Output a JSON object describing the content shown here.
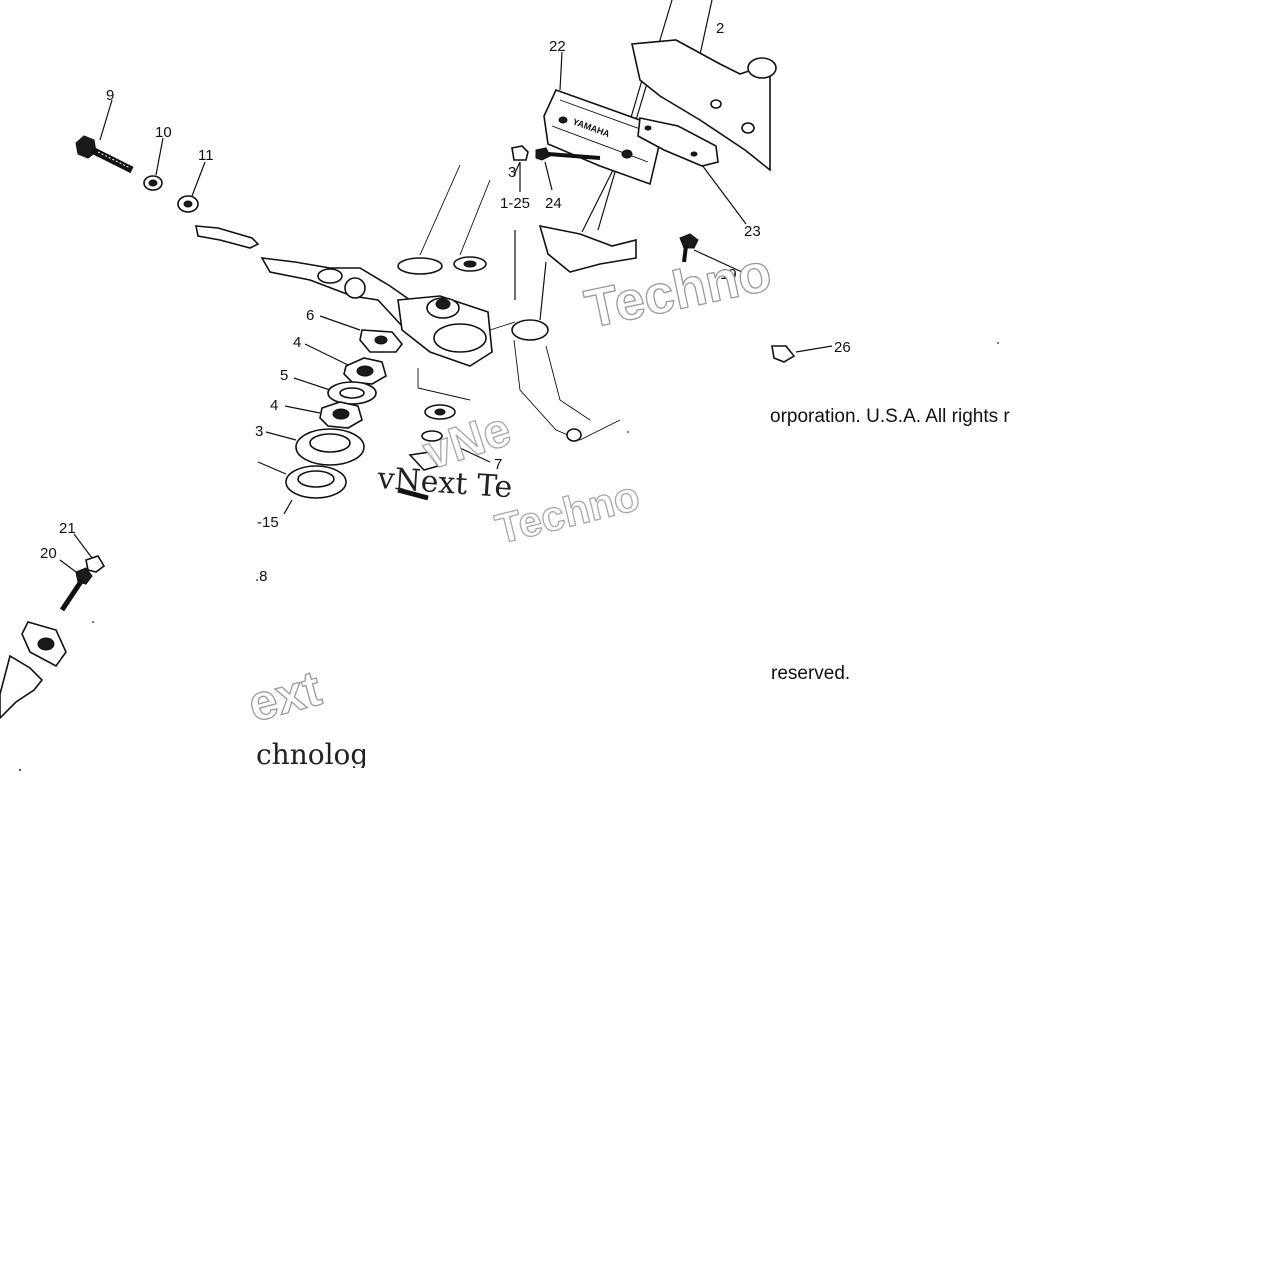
{
  "callouts": [
    {
      "id": "c9",
      "text": "9"
    },
    {
      "id": "c10",
      "text": "10"
    },
    {
      "id": "c11",
      "text": "11"
    },
    {
      "id": "c22",
      "text": "22"
    },
    {
      "id": "c2",
      "text": "2"
    },
    {
      "id": "c3",
      "text": "3"
    },
    {
      "id": "c1-25",
      "text": "1-25"
    },
    {
      "id": "c24",
      "text": "24"
    },
    {
      "id": "c23",
      "text": "23"
    },
    {
      "id": "c19",
      "text": "19"
    },
    {
      "id": "c26",
      "text": "26"
    },
    {
      "id": "c6",
      "text": "6"
    },
    {
      "id": "c4a",
      "text": "4"
    },
    {
      "id": "c5",
      "text": "5"
    },
    {
      "id": "c4b",
      "text": "4"
    },
    {
      "id": "c3b",
      "text": "3"
    },
    {
      "id": "c15",
      "text": "-15"
    },
    {
      "id": "c7",
      "text": "7"
    },
    {
      "id": "c21",
      "text": "21"
    },
    {
      "id": "c20",
      "text": "20"
    },
    {
      "id": "c8",
      "text": ".8"
    }
  ],
  "cover_brand": "YAMAHA",
  "watermarks": {
    "techno_top": "Techno",
    "vnext_mid": "vNext Te",
    "vnext_overlay": "vNe",
    "techno_overlay": "Techno",
    "ext_bottom": "ext",
    "chnolo_bottom": "chnolog"
  },
  "copyright": {
    "line1": "orporation. U.S.A. All rights r",
    "line2": "reserved."
  }
}
